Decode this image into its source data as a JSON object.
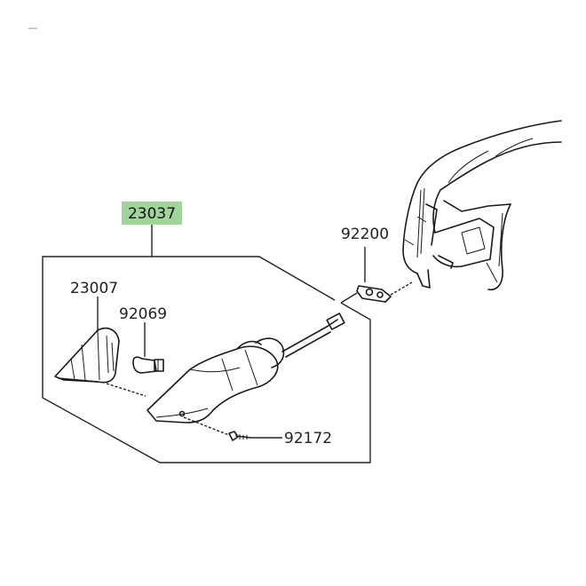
{
  "colors": {
    "assembly_highlight": "#9fd59a",
    "line": "#222222",
    "background": "#ffffff"
  },
  "labels": {
    "assembly": "23037",
    "lens": "23007",
    "bulb": "92069",
    "grommet": "92200",
    "screw": "92172"
  }
}
